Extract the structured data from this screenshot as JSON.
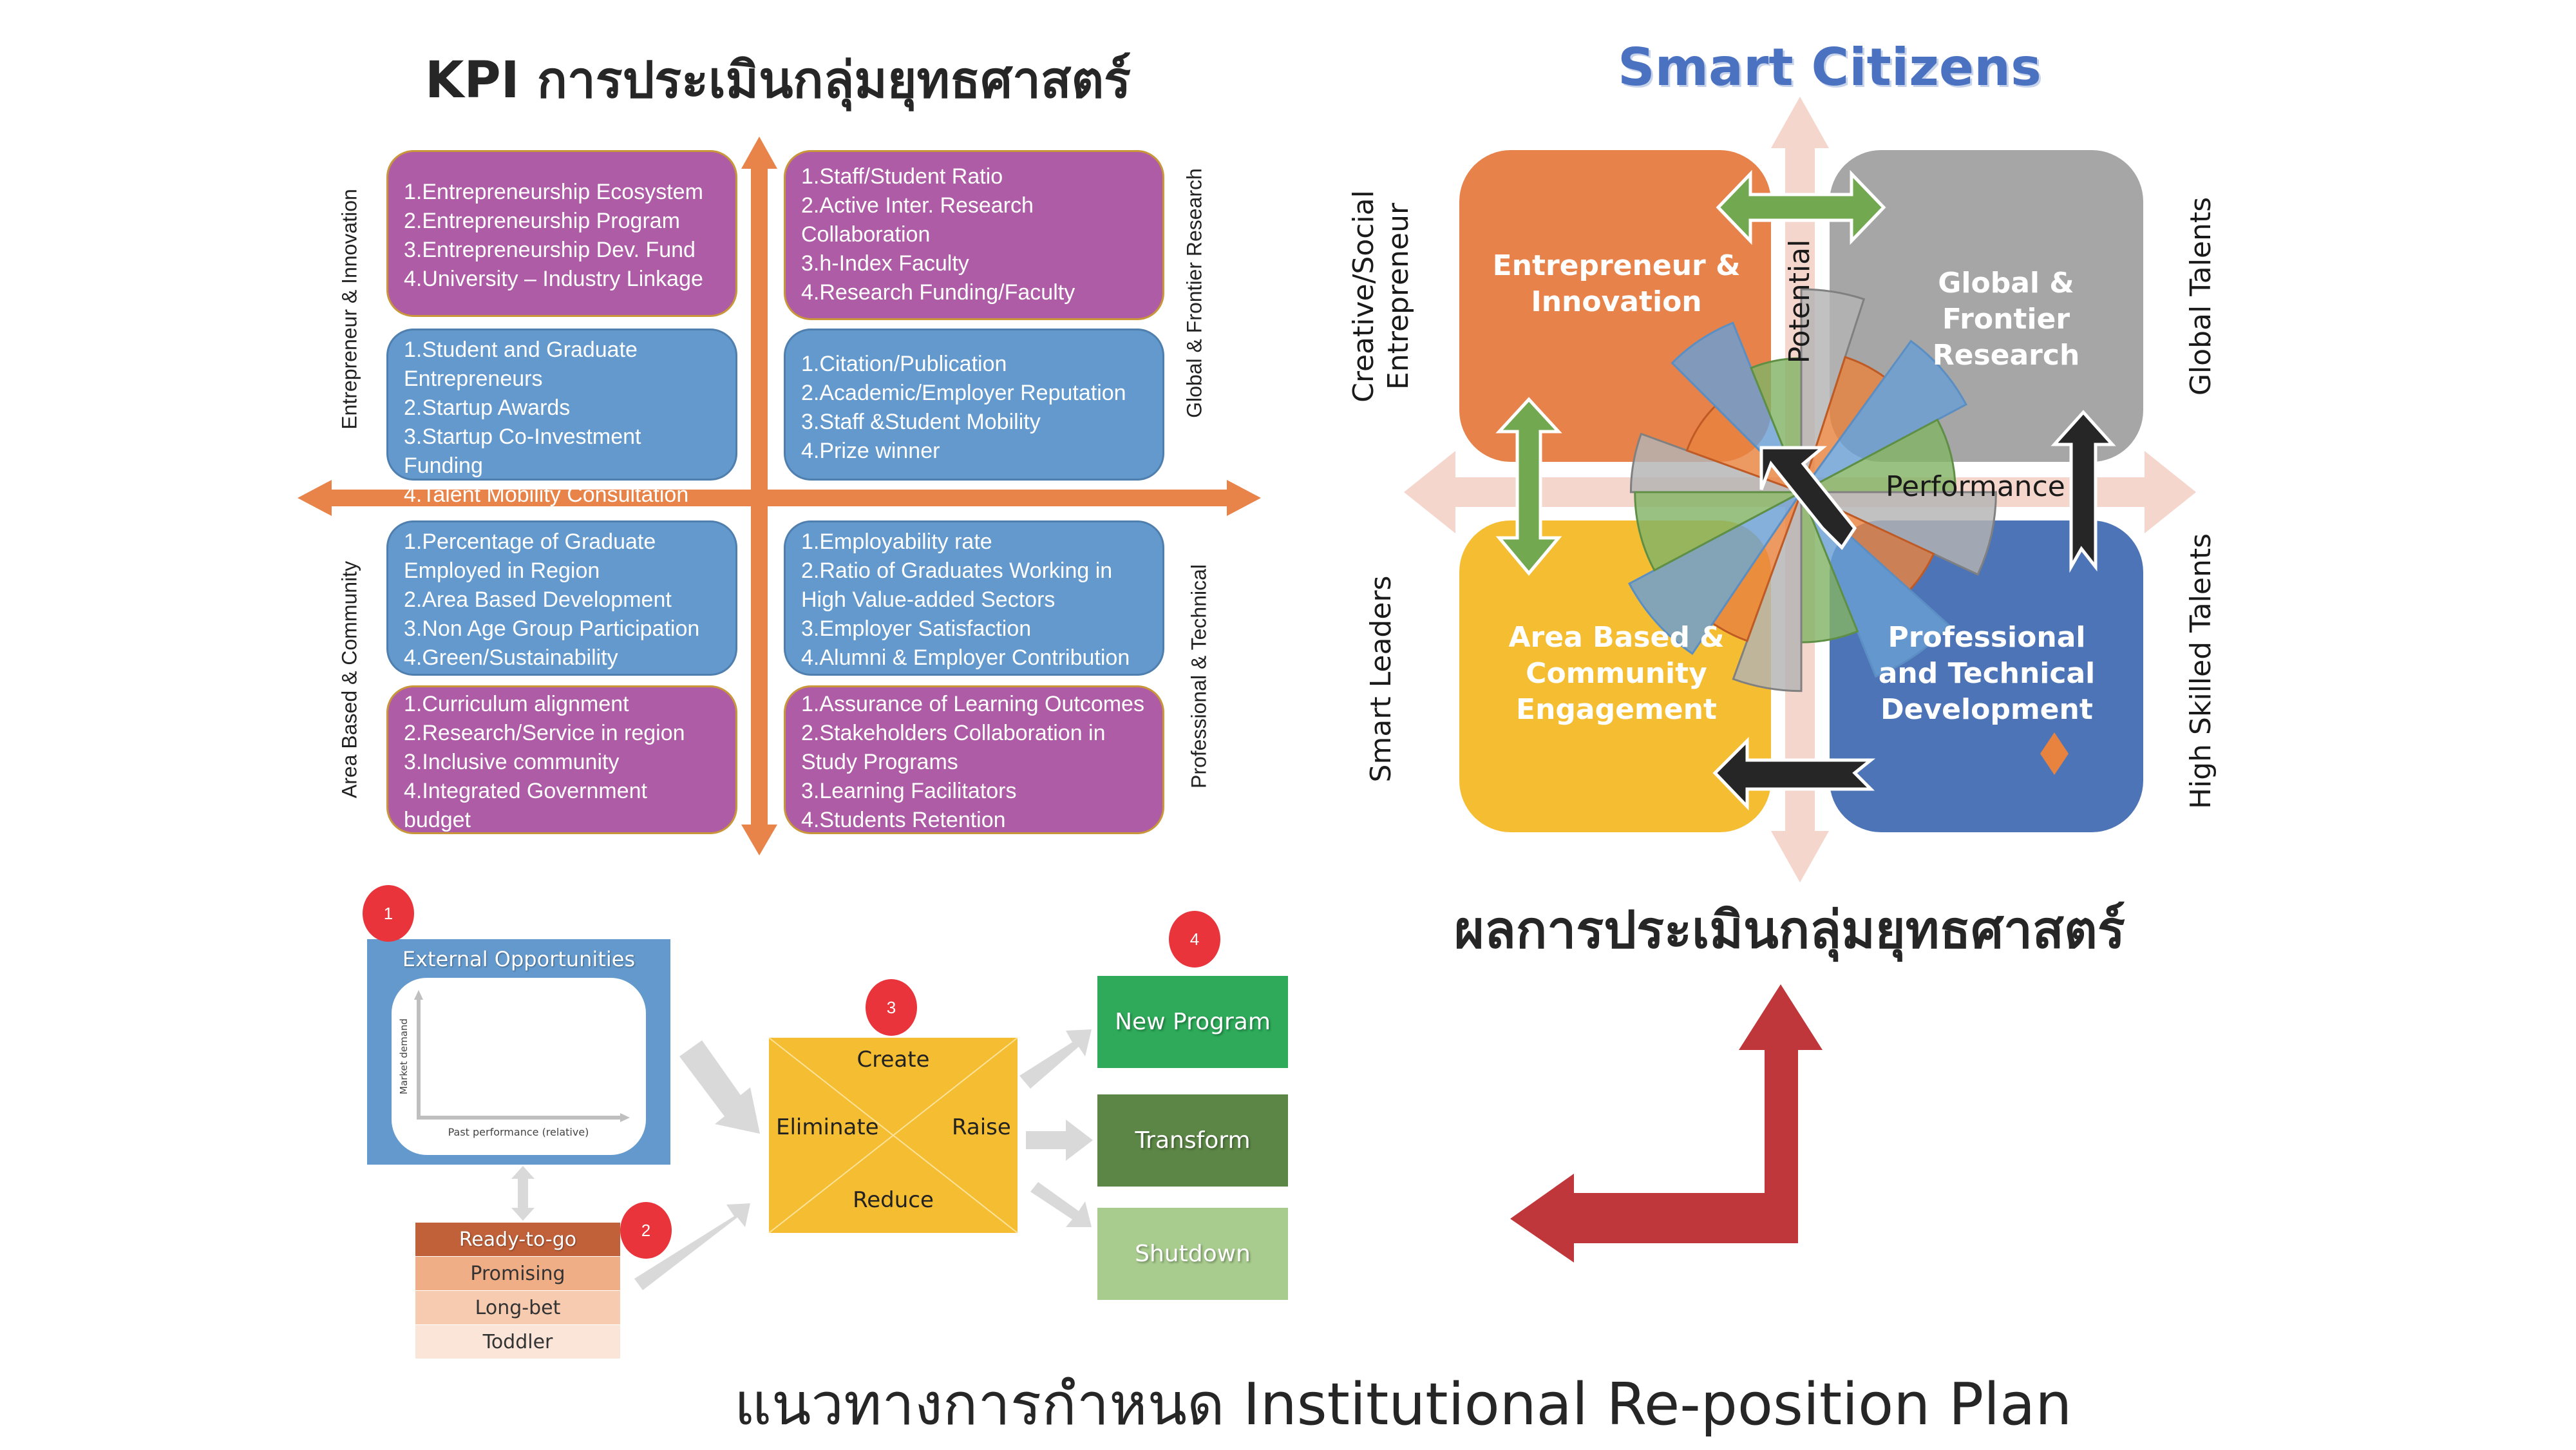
{
  "kpi_section": {
    "title": "KPI การประเมินกลุ่มยุทธศาสตร์",
    "axis_labels": {
      "top_left": "Entrepreneur & Innovation",
      "bottom_left": "Area Based & Community",
      "top_right": "Global & Frontier Research",
      "bottom_right": "Professional & Technical"
    },
    "boxes": {
      "ei_purple": [
        "1.Entrepreneurship Ecosystem",
        "2.Entrepreneurship Program",
        "3.Entrepreneurship Dev. Fund",
        "4.University – Industry Linkage"
      ],
      "ei_blue": [
        "1.Student and Graduate Entrepreneurs",
        "2.Startup Awards",
        "3.Startup Co-Investment Funding",
        "4.Talent Mobility Consultation"
      ],
      "gfr_purple": [
        "1.Staff/Student Ratio",
        "2.Active Inter. Research Collaboration",
        "3.h-Index Faculty",
        "4.Research Funding/Faculty"
      ],
      "gfr_blue": [
        "1.Citation/Publication",
        "2.Academic/Employer Reputation",
        "3.Staff &Student Mobility",
        "4.Prize winner"
      ],
      "abc_blue": [
        "1.Percentage of Graduate Employed in Region",
        "2.Area Based Development",
        "3.Non Age Group Participation",
        "4.Green/Sustainability"
      ],
      "abc_purple": [
        "1.Curriculum alignment",
        "2.Research/Service in region",
        "3.Inclusive community",
        "4.Integrated Government budget"
      ],
      "pt_blue": [
        "1.Employability rate",
        "2.Ratio of Graduates Working in High Value-added Sectors",
        "3.Employer Satisfaction",
        "4.Alumni & Employer Contribution"
      ],
      "pt_purple": [
        "1.Assurance of Learning Outcomes",
        "2.Stakeholders Collaboration in Study Programs",
        "3.Learning Facilitators",
        "4.Students Retention"
      ]
    },
    "colors": {
      "purple": "#ad5ca5",
      "blue": "#6399cc",
      "axis_orange": "#e8844a"
    }
  },
  "smart_citizens": {
    "title": "Smart Citizens",
    "title_color": "#4a72c0",
    "quadrants": {
      "top_left": "Entrepreneur & Innovation",
      "top_right": "Global & Frontier Research",
      "bottom_left": "Area Based & Community Engagement",
      "bottom_right": "Professional and Technical Development"
    },
    "quadrant_colors": {
      "top_left": "#e6824a",
      "top_right": "#a6a6a6",
      "bottom_left": "#f5bd31",
      "bottom_right": "#4e74b8"
    },
    "axis_labels": {
      "vertical": "Potential",
      "horizontal": "Performance"
    },
    "side_labels": {
      "top_left": "Creative/Social Entrepreneur",
      "bottom_left": "Smart Leaders",
      "top_right": "Global Talents",
      "bottom_right": "High Skilled Talents"
    },
    "result_title": "ผลการประเมินกลุ่มยุทธศาสตร์"
  },
  "chart_data": {
    "type": "polar-area",
    "title": "",
    "series_colors": {
      "gray": "#b3b3b3",
      "orange": "#e8833f",
      "blue": "#6a9fd4",
      "green": "#82b366"
    },
    "quadrants": [
      {
        "name": "top_left",
        "wedges": [
          {
            "color": "gray",
            "from": 180,
            "to": 160,
            "r": 0.84
          },
          {
            "color": "orange",
            "from": 160,
            "to": 135,
            "r": 0.6
          },
          {
            "color": "blue",
            "from": 135,
            "to": 112,
            "r": 0.9
          },
          {
            "color": "green",
            "from": 112,
            "to": 90,
            "r": 0.66
          }
        ]
      },
      {
        "name": "top_right",
        "wedges": [
          {
            "color": "gray",
            "from": 90,
            "to": 72,
            "r": 1.0
          },
          {
            "color": "orange",
            "from": 72,
            "to": 54,
            "r": 0.7
          },
          {
            "color": "blue",
            "from": 54,
            "to": 28,
            "r": 0.92
          },
          {
            "color": "green",
            "from": 28,
            "to": 0,
            "r": 0.76
          }
        ]
      },
      {
        "name": "bottom_right",
        "wedges": [
          {
            "color": "gray",
            "from": 0,
            "to": -25,
            "r": 0.96
          },
          {
            "color": "orange",
            "from": -25,
            "to": -42,
            "r": 0.72
          },
          {
            "color": "blue",
            "from": -42,
            "to": -68,
            "r": 0.98
          },
          {
            "color": "green",
            "from": -68,
            "to": -90,
            "r": 0.74
          }
        ]
      },
      {
        "name": "bottom_left",
        "wedges": [
          {
            "color": "gray",
            "from": -90,
            "to": -110,
            "r": 0.98
          },
          {
            "color": "orange",
            "from": -110,
            "to": -124,
            "r": 0.78
          },
          {
            "color": "blue",
            "from": -124,
            "to": -152,
            "r": 0.96
          },
          {
            "color": "green",
            "from": -152,
            "to": -180,
            "r": 0.82
          }
        ]
      }
    ]
  },
  "process_flow": {
    "steps": [
      "1",
      "2",
      "3",
      "4"
    ],
    "external": {
      "title": "External Opportunities",
      "y_axis": "Market demand",
      "x_axis": "Past performance (relative)"
    },
    "portfolio_stack": [
      "Ready-to-go",
      "Promising",
      "Long-bet",
      "Toddler"
    ],
    "errc": {
      "top": "Create",
      "left": "Eliminate",
      "right": "Raise",
      "bottom": "Reduce"
    },
    "outcomes": [
      "New Program",
      "Transform",
      "Shutdown"
    ]
  },
  "footer": {
    "title": "แนวทางการกำหนด Institutional Re-position Plan"
  }
}
